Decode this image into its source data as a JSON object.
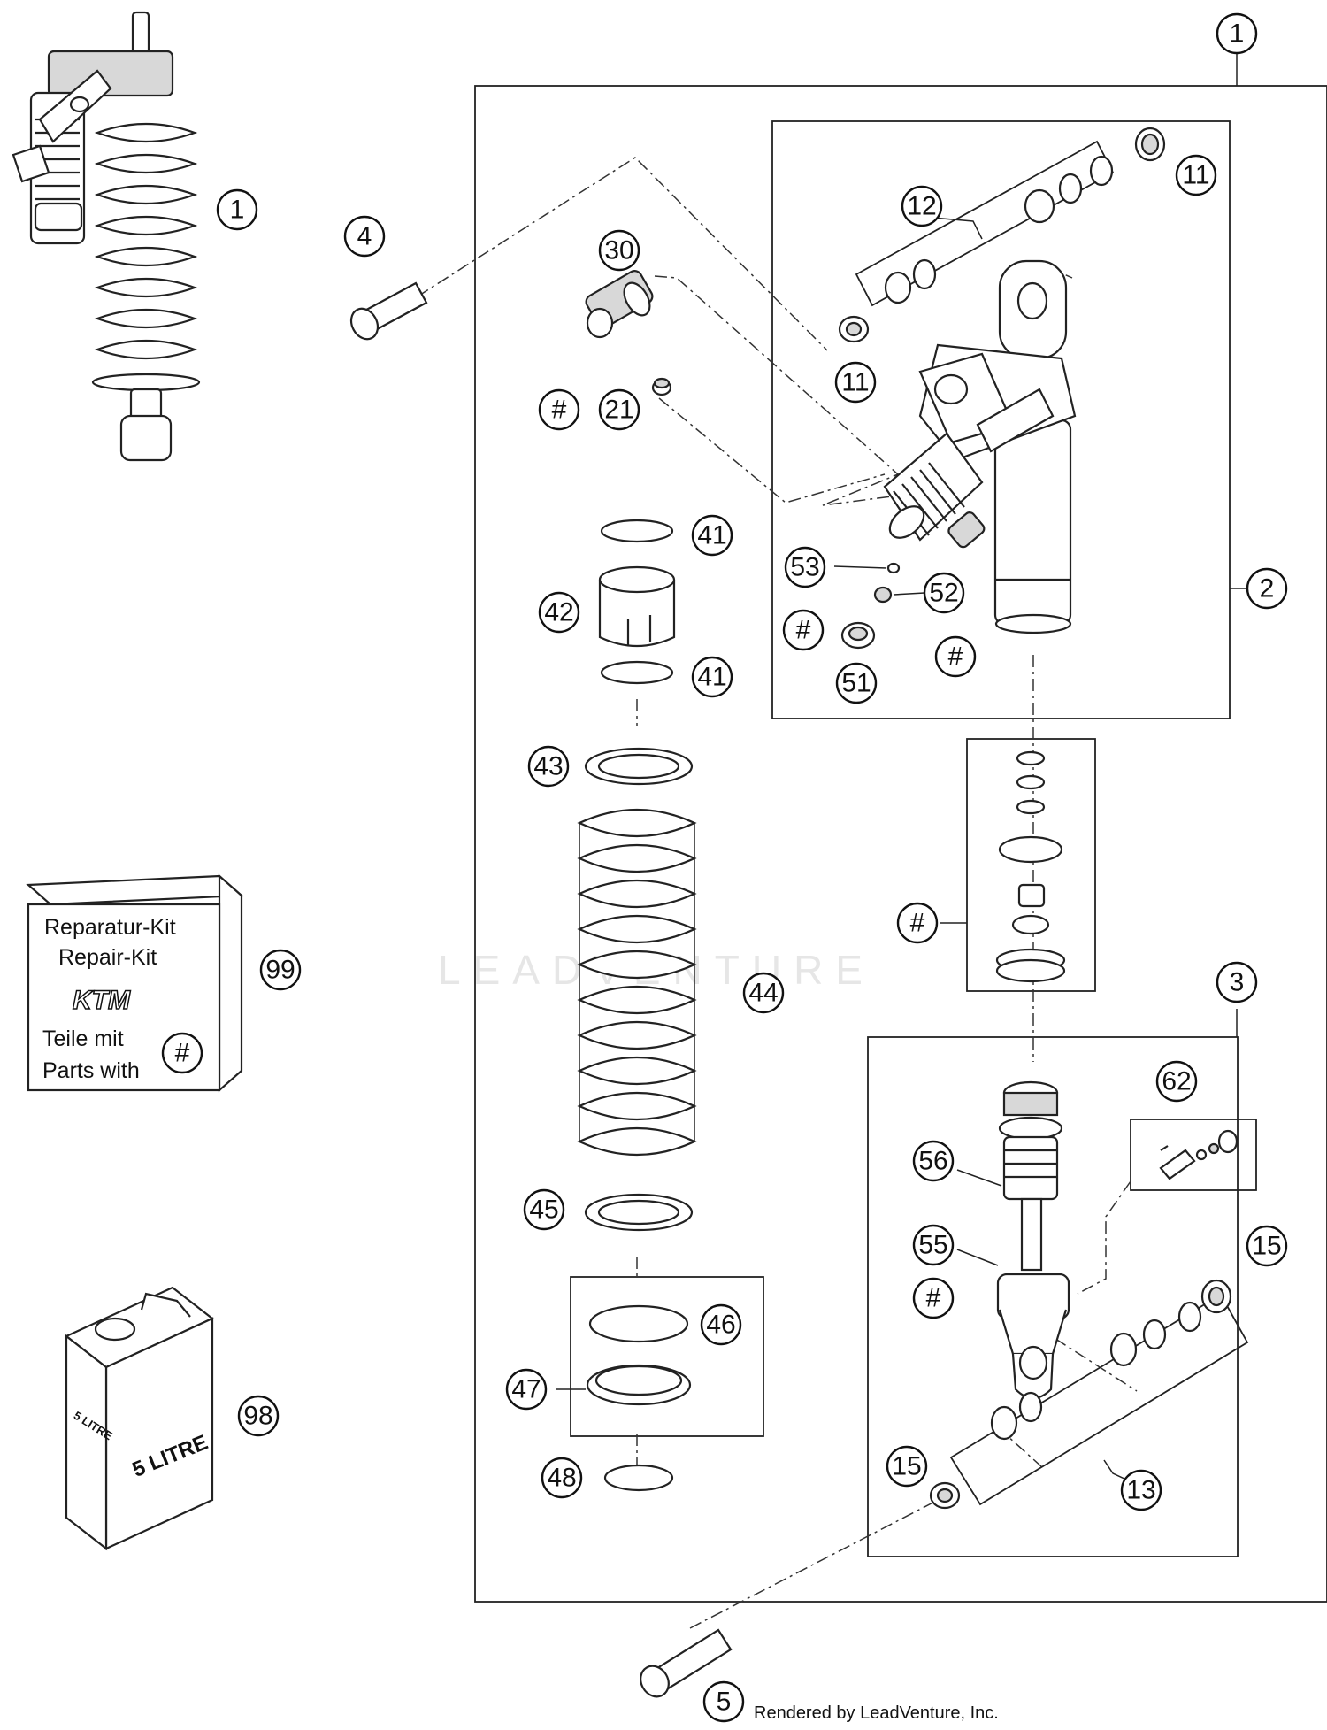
{
  "watermark": "LEADVENTURE",
  "credit": "Rendered by LeadVenture, Inc.",
  "repair_kit": {
    "line1": "Reparatur-Kit",
    "line2": "Repair-Kit",
    "brand": "KTM",
    "line3": "Teile mit",
    "line4": "Parts with",
    "symbol": "#"
  },
  "oil_can": {
    "label_front": "5 LITRE",
    "label_side": "5 LITRE"
  },
  "callouts": [
    {
      "id": "c1-top",
      "label": "1"
    },
    {
      "id": "c1-left",
      "label": "1"
    },
    {
      "id": "c2",
      "label": "2"
    },
    {
      "id": "c3",
      "label": "3"
    },
    {
      "id": "c4",
      "label": "4"
    },
    {
      "id": "c5",
      "label": "5"
    },
    {
      "id": "c11-a",
      "label": "11"
    },
    {
      "id": "c11-b",
      "label": "11"
    },
    {
      "id": "c12",
      "label": "12"
    },
    {
      "id": "c13",
      "label": "13"
    },
    {
      "id": "c15-a",
      "label": "15"
    },
    {
      "id": "c15-b",
      "label": "15"
    },
    {
      "id": "c21",
      "label": "21"
    },
    {
      "id": "c30",
      "label": "30"
    },
    {
      "id": "c41-a",
      "label": "41"
    },
    {
      "id": "c41-b",
      "label": "41"
    },
    {
      "id": "c42",
      "label": "42"
    },
    {
      "id": "c43",
      "label": "43"
    },
    {
      "id": "c44",
      "label": "44"
    },
    {
      "id": "c45",
      "label": "45"
    },
    {
      "id": "c46",
      "label": "46"
    },
    {
      "id": "c47",
      "label": "47"
    },
    {
      "id": "c48",
      "label": "48"
    },
    {
      "id": "c51",
      "label": "51"
    },
    {
      "id": "c52",
      "label": "52"
    },
    {
      "id": "c53",
      "label": "53"
    },
    {
      "id": "c55",
      "label": "55"
    },
    {
      "id": "c56",
      "label": "56"
    },
    {
      "id": "c62",
      "label": "62"
    },
    {
      "id": "c98",
      "label": "98"
    },
    {
      "id": "c99",
      "label": "99"
    },
    {
      "id": "h21",
      "label": "#"
    },
    {
      "id": "h51",
      "label": "#"
    },
    {
      "id": "h52",
      "label": "#"
    },
    {
      "id": "hkit",
      "label": "#"
    },
    {
      "id": "h55",
      "label": "#"
    }
  ]
}
